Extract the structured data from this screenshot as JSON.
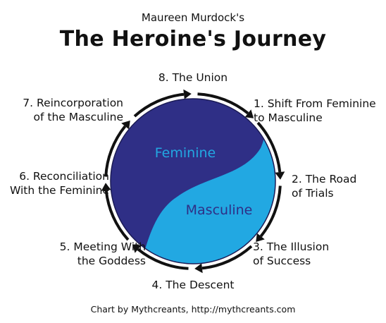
{
  "header": {
    "author": "Maureen Murdock's",
    "title": "The Heroine's Journey"
  },
  "diagram": {
    "inner_labels": {
      "feminine": "Feminine",
      "masculine": "Masculine"
    },
    "colors": {
      "feminine": "#2f2f86",
      "masculine": "#22a8e2",
      "feminine_text": "#22a8e2",
      "masculine_text": "#2f2f86",
      "arrow": "#111111"
    },
    "stages": [
      "1. Shift From Feminine\nto Masculine",
      "2. The Road\nof Trials",
      "3. The Illusion\nof Success",
      "4. The Descent",
      "5. Meeting With\nthe Goddess",
      "6. Reconciliation\nWith the Feminine",
      "7. Reincorporation\nof the Masculine",
      "8. The Union"
    ]
  },
  "footer": {
    "credit": "Chart by Mythcreants, http://mythcreants.com"
  }
}
